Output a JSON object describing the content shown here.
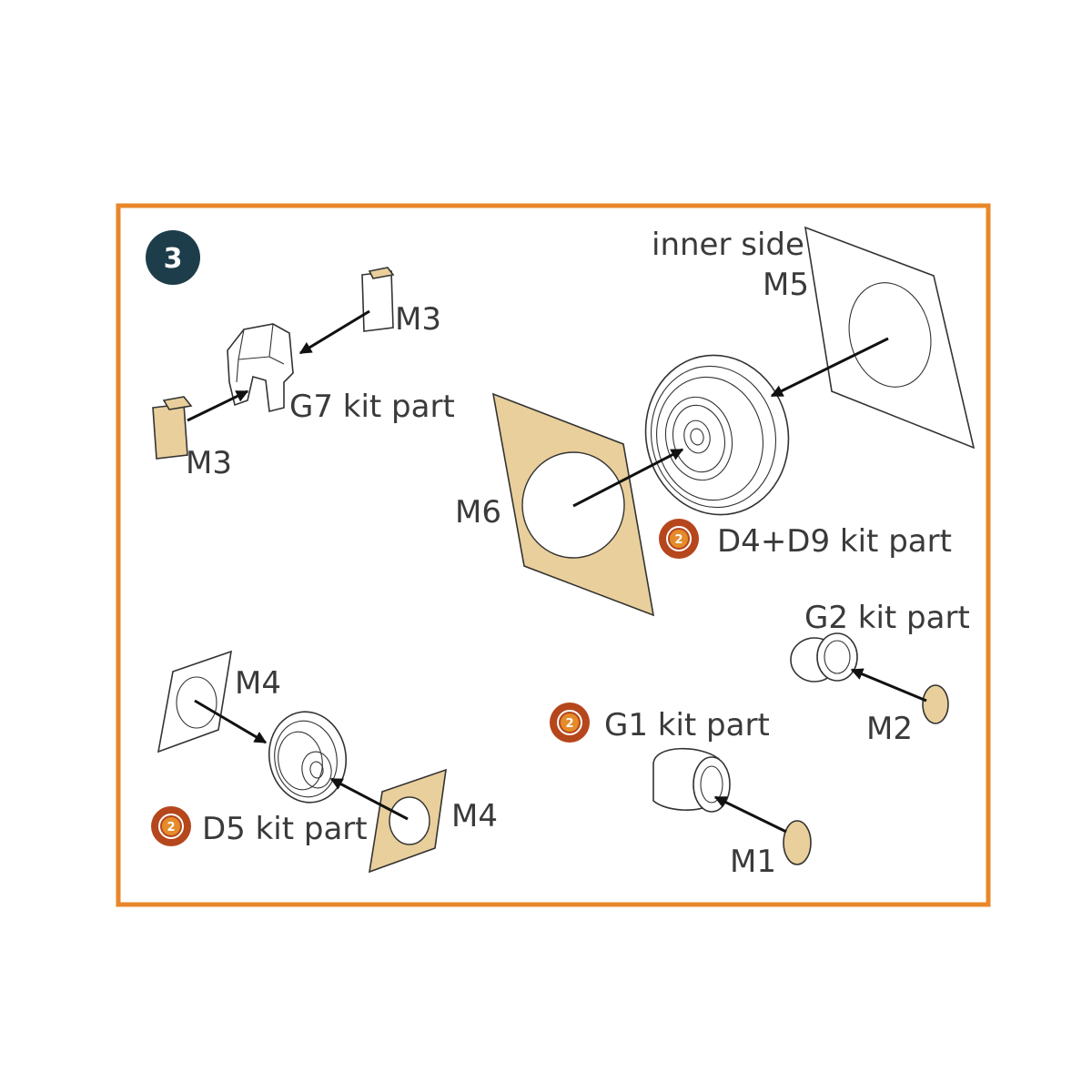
{
  "step": {
    "number": "3",
    "badge_color": "#1d3d4a"
  },
  "frame": {
    "border_color": "#e8872a"
  },
  "mask_color": "#e9cf9b",
  "badge_color": "#b6461c",
  "labels": {
    "inner_side": "inner side",
    "m5": "M5",
    "m3_top": "M3",
    "m3_bottom": "M3",
    "g7": "G7 kit part",
    "m6": "M6",
    "d4d9": "D4+D9 kit part",
    "g2": "G2 kit part",
    "m4_top": "M4",
    "m4_bottom": "M4",
    "g1": "G1 kit part",
    "m2": "M2",
    "d5": "D5 kit part",
    "m1": "M1"
  },
  "option_badges": [
    {
      "number": "2",
      "icon": "option-2-icon"
    },
    {
      "number": "2",
      "icon": "option-2-icon"
    },
    {
      "number": "2",
      "icon": "option-2-icon"
    }
  ]
}
